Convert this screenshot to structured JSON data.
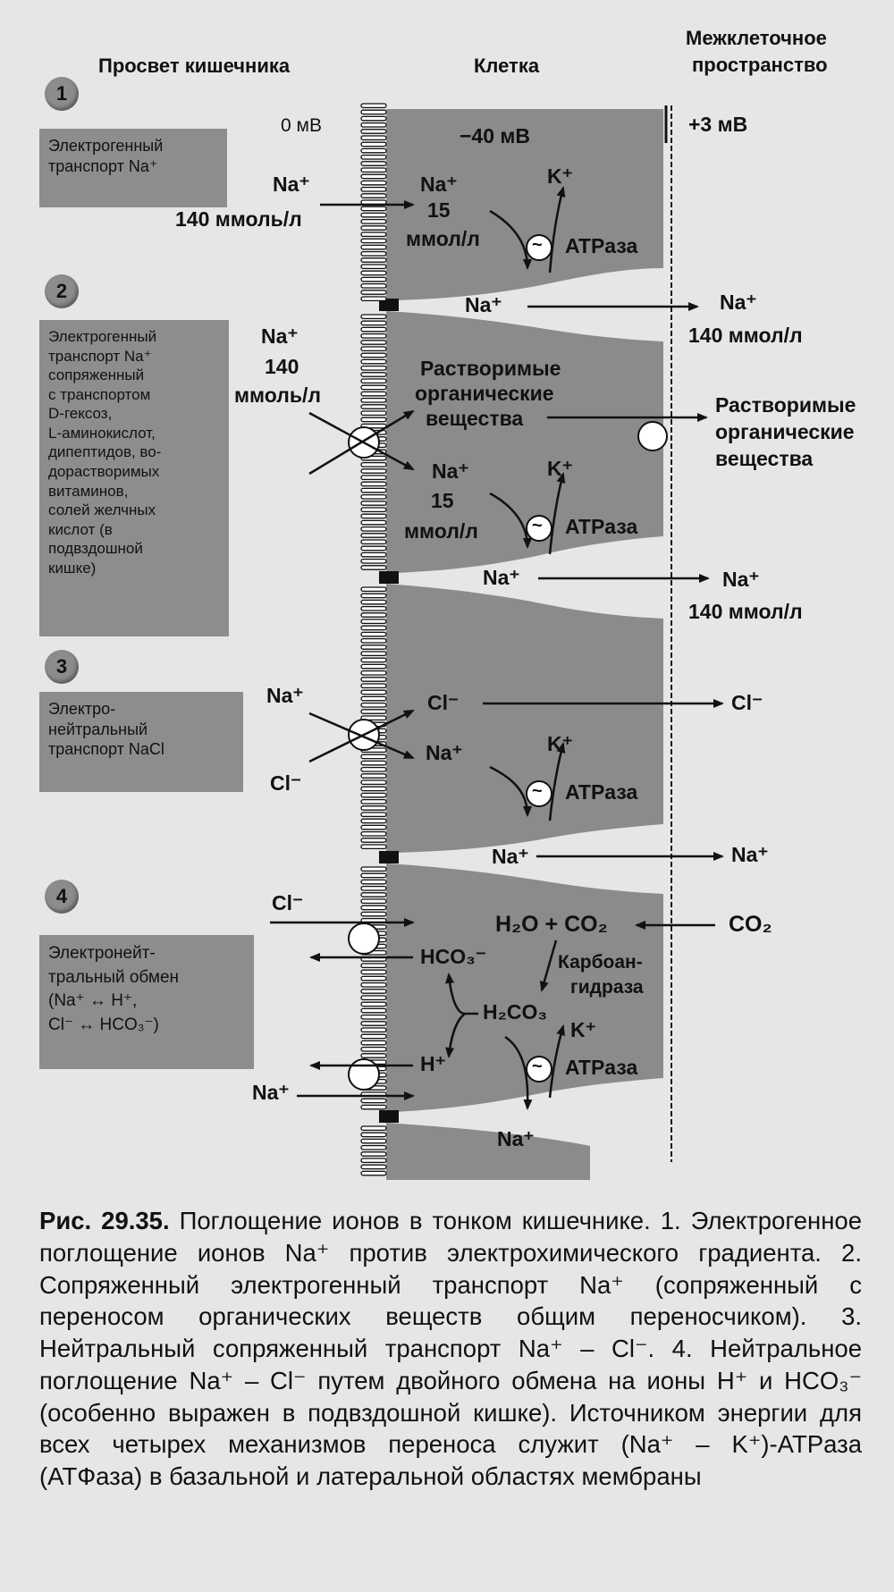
{
  "headers": {
    "lumen": "Просвет кишечника",
    "cell": "Клетка",
    "interstitial_line1": "Межклеточное",
    "interstitial_line2": "пространство"
  },
  "potentials": {
    "lumen": "0 мВ",
    "cell": "−40 мВ",
    "interstitial": "+3 мВ"
  },
  "sections": [
    {
      "number": "1",
      "box_lines": [
        "Электрогенный",
        "транспорт Na⁺"
      ]
    },
    {
      "number": "2",
      "box_lines": [
        "Электрогенный",
        "транспорт Na⁺",
        "сопряженный",
        "с транспортом",
        "D-гексоз,",
        "L-аминокислот,",
        "дипептидов, во-",
        "дорастворимых",
        "витаминов,",
        "солей желчных",
        "кислот (в",
        "подвздошной",
        "кишке)"
      ]
    },
    {
      "number": "3",
      "box_lines": [
        "Электро-",
        "нейтральный",
        "транспорт NaCl"
      ]
    },
    {
      "number": "4",
      "box_lines": [
        "Электронейт-",
        "тральный обмен",
        "(Na⁺ ↔ H⁺,",
        "Cl⁻ ↔ HCO₃⁻)"
      ]
    }
  ],
  "labels": {
    "na": "Na⁺",
    "k": "K⁺",
    "cl": "Cl⁻",
    "h": "H⁺",
    "hco3": "HCO₃⁻",
    "co2": "CO₂",
    "h2o_co2": "H₂O + CO₂",
    "h2co3": "H₂CO₃",
    "atpase": "ATPаза",
    "conc_140_lumen": "140 ммоль/л",
    "conc_140": "140",
    "ммоль": "ммоль/л",
    "conc_15": "15",
    "ммол": "ммол/л",
    "conc_140_ic": "140 ммол/л",
    "organic_1": "Растворимые",
    "organic_2": "органические",
    "organic_3": "вещества",
    "carbo_1": "Карбоан-",
    "carbo_2": "гидраза",
    "pump": "~"
  },
  "caption": {
    "title": "Рис. 29.35.",
    "text": "Поглощение ионов в тонком кишечнике. 1. Электрогенное поглощение ионов Na⁺ против электрохимического градиента. 2. Сопряженный электрогенный транспорт Na⁺ (сопряженный с переносом органических веществ общим переносчиком). 3. Нейтральный сопряженный транспорт Na⁺ – Cl⁻. 4. Нейтральное поглощение Na⁺ – Cl⁻ путем двойного обмена на ионы H⁺ и HCO₃⁻ (особенно выражен в подвздошной кишке). Источником энергии для всех четырех механизмов переноса служит (Na⁺ – K⁺)-ATPаза (ATФаза) в базальной и латеральной областях мембраны"
  },
  "colors": {
    "cell": "#8b8b8b",
    "box": "#8d8d8d",
    "background": "#e6e6e6",
    "ink": "#111111"
  }
}
